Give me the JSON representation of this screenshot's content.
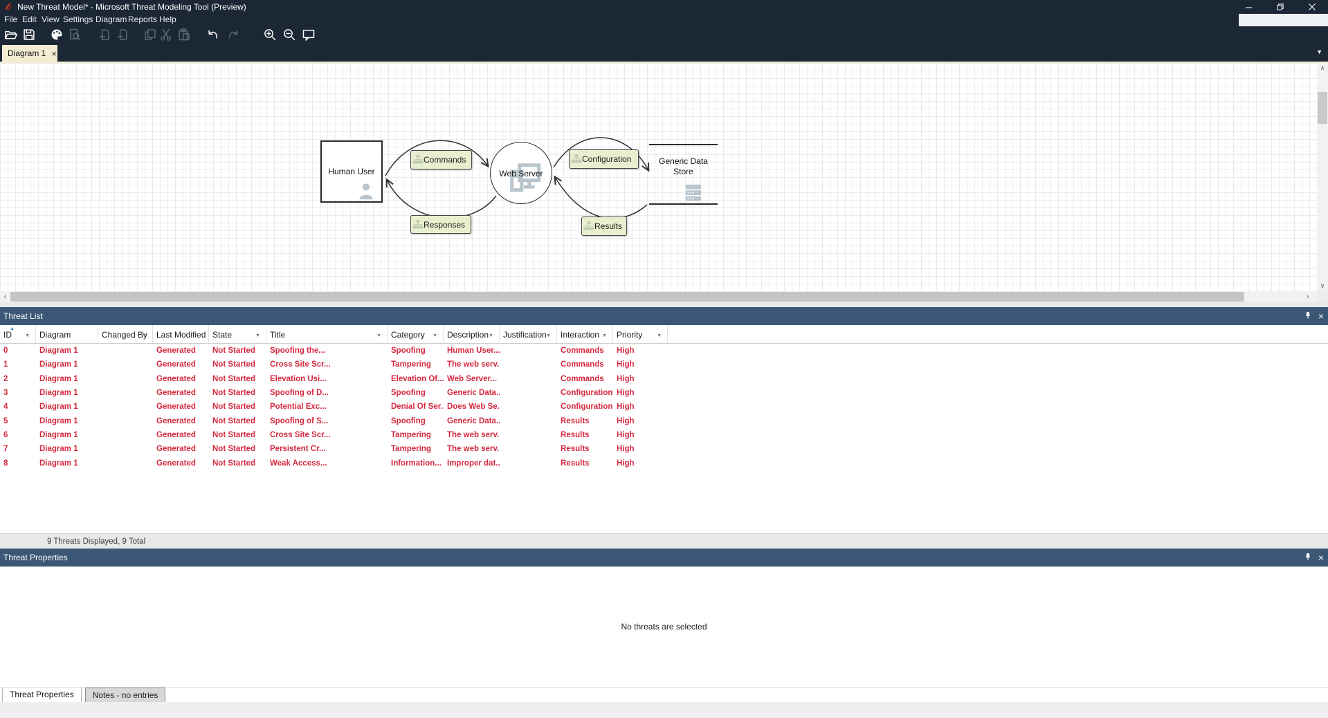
{
  "window": {
    "title": "New Threat Model* - Microsoft Threat Modeling Tool (Preview)"
  },
  "menu": {
    "items": [
      "File",
      "Edit",
      "View",
      "Settings",
      "Diagram",
      "Reports",
      "Help"
    ]
  },
  "toolbar": {
    "icons": [
      {
        "name": "open",
        "enabled": true
      },
      {
        "name": "save",
        "enabled": true
      },
      {
        "name": "palette",
        "enabled": true
      },
      {
        "name": "validate-diagram",
        "enabled": false
      },
      {
        "name": "add-diagram",
        "enabled": false
      },
      {
        "name": "remove-diagram",
        "enabled": false
      },
      {
        "name": "copy",
        "enabled": false
      },
      {
        "name": "cut",
        "enabled": false
      },
      {
        "name": "paste",
        "enabled": false
      },
      {
        "name": "undo",
        "enabled": true
      },
      {
        "name": "redo",
        "enabled": false
      },
      {
        "name": "zoom-in",
        "enabled": true
      },
      {
        "name": "zoom-out",
        "enabled": true
      },
      {
        "name": "feedback",
        "enabled": true
      }
    ]
  },
  "diagram_tabs": {
    "active": "Diagram 1"
  },
  "canvas": {
    "nodes": [
      {
        "label": "Human User"
      },
      {
        "label": "Web Server"
      },
      {
        "label": "Generic Data Store"
      }
    ],
    "flows": [
      {
        "label": "Commands"
      },
      {
        "label": "Responses"
      },
      {
        "label": "Configuration"
      },
      {
        "label": "Results"
      }
    ]
  },
  "threat_list": {
    "title": "Threat List",
    "columns": [
      {
        "label": "ID",
        "filter": true,
        "sorted": "asc"
      },
      {
        "label": "Diagram",
        "filter": false
      },
      {
        "label": "Changed By",
        "filter": true
      },
      {
        "label": "Last Modified",
        "filter": false
      },
      {
        "label": "State",
        "filter": true
      },
      {
        "label": "Title",
        "filter": true
      },
      {
        "label": "Category",
        "filter": true
      },
      {
        "label": "Description",
        "filter": true
      },
      {
        "label": "Justification",
        "filter": true
      },
      {
        "label": "Interaction",
        "filter": true
      },
      {
        "label": "Priority",
        "filter": true
      }
    ],
    "rows": [
      [
        "0",
        "Diagram 1",
        "",
        "Generated",
        "Not Started",
        "Spoofing the...",
        "Spoofing",
        "Human User...",
        "",
        "Commands",
        "High"
      ],
      [
        "1",
        "Diagram 1",
        "",
        "Generated",
        "Not Started",
        "Cross Site Scr...",
        "Tampering",
        "The web serv...",
        "",
        "Commands",
        "High"
      ],
      [
        "2",
        "Diagram 1",
        "",
        "Generated",
        "Not Started",
        "Elevation Usi...",
        "Elevation Of...",
        "Web Server...",
        "",
        "Commands",
        "High"
      ],
      [
        "3",
        "Diagram 1",
        "",
        "Generated",
        "Not Started",
        "Spoofing of D...",
        "Spoofing",
        "Generic Data...",
        "",
        "Configuration",
        "High"
      ],
      [
        "4",
        "Diagram 1",
        "",
        "Generated",
        "Not Started",
        "Potential Exc...",
        "Denial Of Ser...",
        "Does Web Se...",
        "",
        "Configuration",
        "High"
      ],
      [
        "5",
        "Diagram 1",
        "",
        "Generated",
        "Not Started",
        "Spoofing of S...",
        "Spoofing",
        "Generic Data...",
        "",
        "Results",
        "High"
      ],
      [
        "6",
        "Diagram 1",
        "",
        "Generated",
        "Not Started",
        "Cross Site Scr...",
        "Tampering",
        "The web serv...",
        "",
        "Results",
        "High"
      ],
      [
        "7",
        "Diagram 1",
        "",
        "Generated",
        "Not Started",
        "Persistent Cr...",
        "Tampering",
        "The web serv...",
        "",
        "Results",
        "High"
      ],
      [
        "8",
        "Diagram 1",
        "",
        "Generated",
        "Not Started",
        "Weak Access...",
        "Information...",
        "Improper dat...",
        "",
        "Results",
        "High"
      ]
    ],
    "status": "9 Threats Displayed, 9 Total"
  },
  "threat_properties": {
    "title": "Threat Properties",
    "empty_message": "No threats are selected",
    "tabs": [
      {
        "label": "Threat Properties",
        "active": true
      },
      {
        "label": "Notes - no entries",
        "active": false
      }
    ]
  }
}
